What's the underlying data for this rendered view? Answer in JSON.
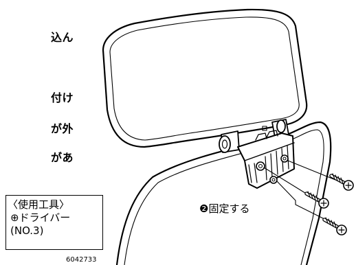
{
  "text_fragments": [
    "込ん",
    "付け",
    "が外",
    "があ"
  ],
  "tool_box": {
    "title": "〈使用工具〉",
    "tool": "⊕ドライバー",
    "size": "(NO.3)"
  },
  "callout": {
    "label": "❷固定する"
  },
  "figure_number": "6042733"
}
